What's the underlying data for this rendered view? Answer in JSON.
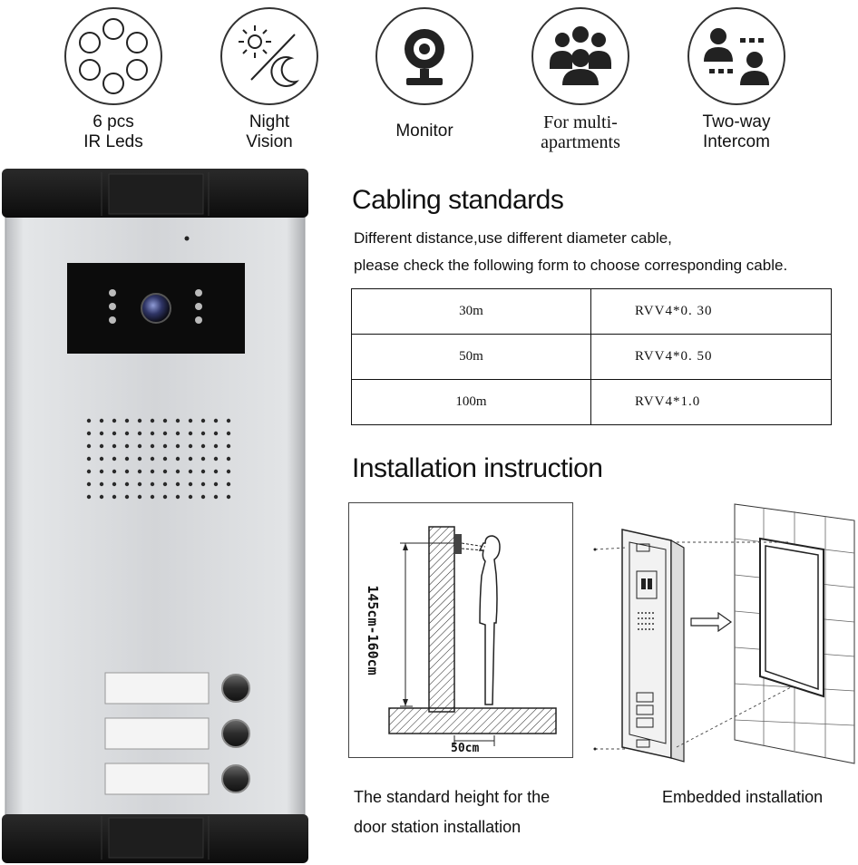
{
  "features": [
    {
      "name": "6-ir-leds",
      "label_line1": "6 pcs",
      "label_line2": "IR Leds"
    },
    {
      "name": "night-vision",
      "label_line1": "Night",
      "label_line2": "Vision"
    },
    {
      "name": "monitor",
      "label_line1": "Monitor",
      "label_line2": ""
    },
    {
      "name": "multi-apartments",
      "label_line1": "For multi-",
      "label_line2": "apartments"
    },
    {
      "name": "two-way-intercom",
      "label_line1": "Two-way",
      "label_line2": "Intercom"
    }
  ],
  "cabling": {
    "title": "Cabling standards",
    "desc_line1": "Different distance,use different diameter cable,",
    "desc_line2": "please check the following form to choose corresponding cable.",
    "rows": [
      {
        "distance": "30m",
        "cable": "RVV4*0. 30"
      },
      {
        "distance": "50m",
        "cable": "RVV4*0. 50"
      },
      {
        "distance": "100m",
        "cable": "RVV4*1.0"
      }
    ]
  },
  "installation": {
    "title": "Installation instruction",
    "height_label": "145cm-160cm",
    "distance_label": "50cm",
    "caption_left_line1": "The standard height for the",
    "caption_left_line2": "door station installation",
    "caption_right": "Embedded installation"
  },
  "colors": {
    "panel_silver": "#d6d8db",
    "frame_black": "#141414",
    "text": "#111111"
  }
}
